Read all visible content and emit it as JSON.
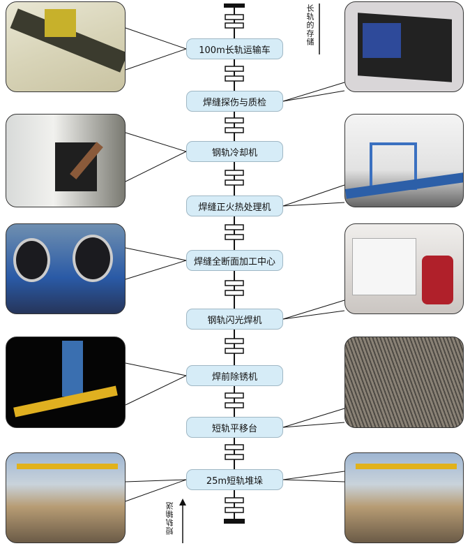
{
  "stations": [
    {
      "label": "100m长轨运输车"
    },
    {
      "label": "焊缝探伤与质检"
    },
    {
      "label": "钢轨冷却机"
    },
    {
      "label": "焊缝正火热处理机"
    },
    {
      "label": "焊缝全断面加工中心"
    },
    {
      "label": "钢轨闪光焊机"
    },
    {
      "label": "焊前除锈机"
    },
    {
      "label": "短轨平移台"
    },
    {
      "label": "25m短轨堆垛"
    }
  ],
  "side_labels": {
    "top": "长轨的存储",
    "bottom": "短轨输送"
  },
  "colors": {
    "box_fill": "#d6ecf7",
    "box_border": "#9fb7c4",
    "line": "#111111"
  }
}
